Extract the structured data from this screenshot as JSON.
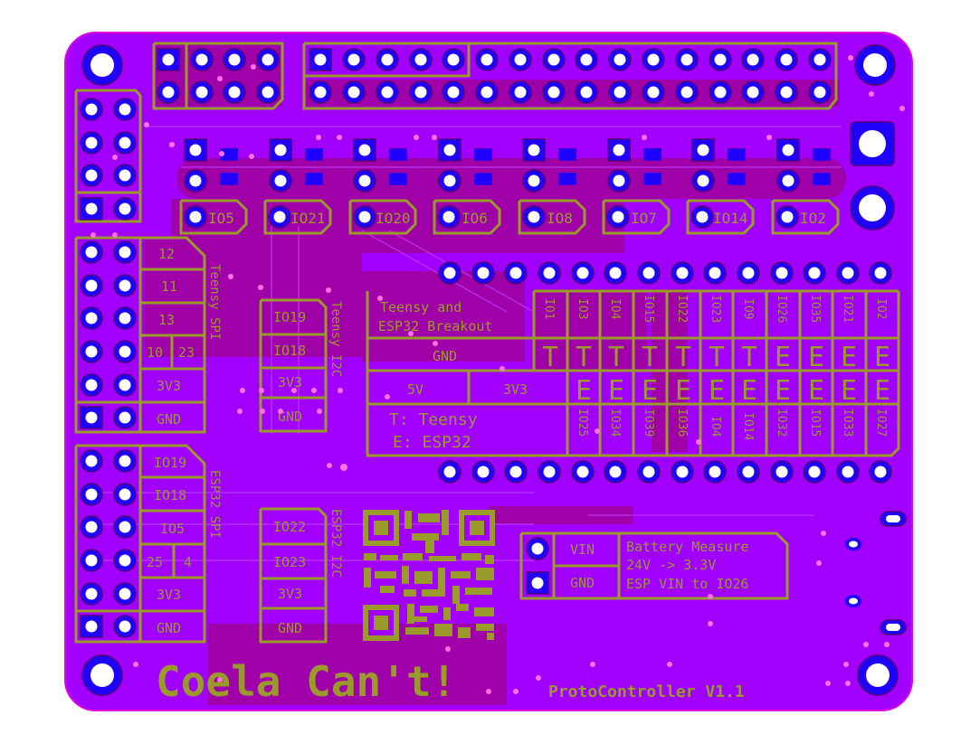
{
  "board": {
    "name": "ProtoController V1.1",
    "brand_text": "Coela Can't!",
    "version_text": "ProtoController V1.1",
    "colors": {
      "substrate": "#a100ff",
      "copper_pour": "#a0009a",
      "outline": "#e000e0",
      "silkscreen": "#9a9a2a",
      "pad": "#1f00ff",
      "drill": "#ffffff",
      "via": "#ff70e0"
    }
  },
  "top_header": {
    "left_block_pins": 8,
    "right_block_pins": 32
  },
  "led_labels": [
    "IO5",
    "IO21",
    "IO20",
    "IO6",
    "IO8",
    "IO7",
    "IO14",
    "IO2"
  ],
  "breakout": {
    "title_line1": "Teensy and",
    "title_line2": "ESP32 Breakout",
    "gnd_label": "GND",
    "v5_label": "5V",
    "v33_label": "3V3",
    "legend_t": "T: Teensy",
    "legend_e": "E: ESP32",
    "top_row_pins": [
      "IO1",
      "IO3",
      "IO4",
      "IO15",
      "IO22",
      "IO23",
      "IO9",
      "IO26",
      "IO35",
      "IO21",
      "IO2"
    ],
    "top_row_type": [
      "T",
      "T",
      "T",
      "T",
      "T",
      "T",
      "T",
      "E",
      "E",
      "E",
      "E"
    ],
    "bottom_row_type": [
      "E",
      "E",
      "E",
      "E",
      "E",
      "E",
      "E",
      "E",
      "E",
      "E"
    ],
    "bottom_row_pins": [
      "IO25",
      "IO34",
      "IO39",
      "IO36",
      "IO4",
      "IO14",
      "IO32",
      "IO15",
      "IO33",
      "IO27"
    ]
  },
  "teensy_spi": {
    "title": "Teensy SPI",
    "labels": [
      "12",
      "11",
      "13",
      "10",
      "23",
      "3V3",
      "GND"
    ]
  },
  "teensy_i2c": {
    "title": "Teensy I2C",
    "labels": [
      "IO19",
      "IO18",
      "3V3",
      "GND"
    ]
  },
  "esp32_spi": {
    "title": "ESP32 SPI",
    "labels": [
      "IO19",
      "IO18",
      "IO5",
      "25",
      "4",
      "3V3",
      "GND"
    ]
  },
  "esp32_i2c": {
    "title": "ESP32 I2C",
    "labels": [
      "IO22",
      "IO23",
      "3V3",
      "GND"
    ]
  },
  "battery": {
    "vin_label": "VIN",
    "gnd_label": "GND",
    "line1": "Battery Measure",
    "line2": "24V -> 3.3V",
    "line3": "ESP VIN to IO26"
  }
}
